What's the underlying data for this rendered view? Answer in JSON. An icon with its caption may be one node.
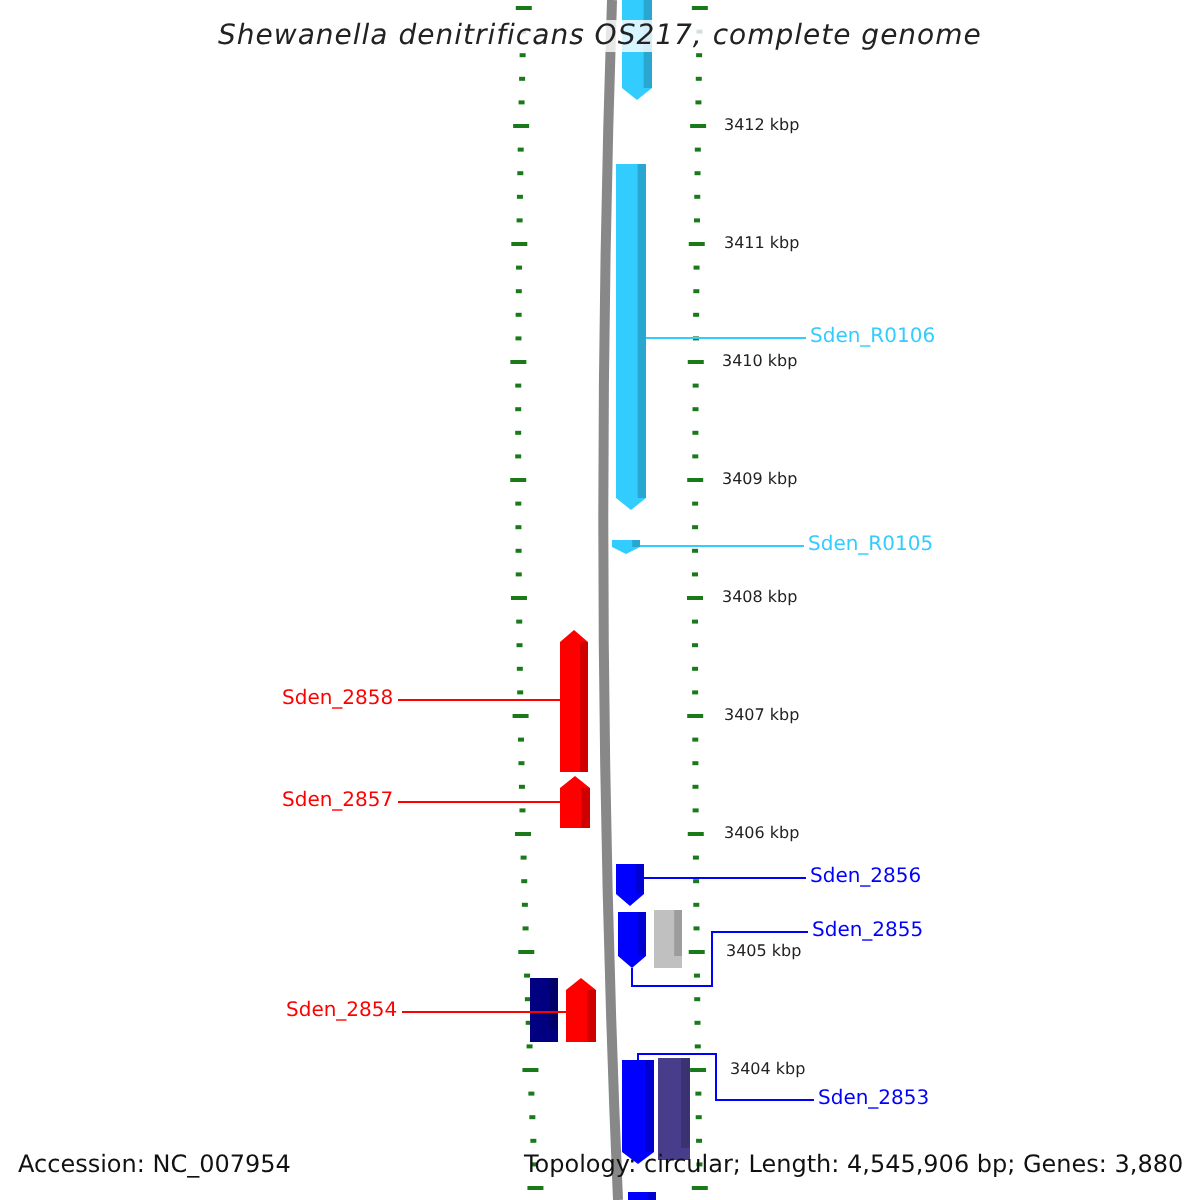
{
  "diagram": {
    "title": "Shewanella denitrificans OS217, complete genome",
    "nodes": [
      {
        "text": [
          "Sden_R0106"
        ]
      },
      {
        "text": [
          "Sden_R0105"
        ]
      },
      {
        "text": [
          "Sden_2858"
        ]
      },
      {
        "text": [
          "Sden_2857"
        ]
      },
      {
        "text": [
          "Sden_2856"
        ]
      },
      {
        "text": [
          "Sden_2855"
        ]
      },
      {
        "text": [
          "Sden_2854"
        ]
      },
      {
        "text": [
          "Sden_2853"
        ]
      },
      {
        "text": [],
        "shape": "bar"
      },
      {
        "text": [],
        "shape": "bar"
      },
      {
        "text": [],
        "shape": "bar"
      },
      {
        "text": [],
        "shape": "bar"
      },
      {
        "text": [],
        "shape": "bar"
      },
      {
        "text": [],
        "shape": "bar"
      },
      {
        "text": [],
        "shape": "bar"
      },
      {
        "text": [],
        "shape": "bar"
      },
      {
        "text": [],
        "shape": "bar"
      },
      {
        "text": [],
        "shape": "bar"
      },
      {
        "text": [],
        "shape": "bar"
      },
      {
        "text": [],
        "shape": "bar"
      },
      {
        "text": [],
        "shape": "bar"
      }
    ],
    "edges": [
      {
        "from": 0,
        "to": 9,
        "arrow": "none",
        "color": "#33ccff"
      },
      {
        "from": 1,
        "to": 10,
        "arrow": "none",
        "color": "#33ccff"
      },
      {
        "from": 2,
        "to": 11,
        "arrow": "none",
        "color": "#ff0000"
      },
      {
        "from": 3,
        "to": 12,
        "arrow": "none",
        "color": "#ff0000"
      },
      {
        "from": 4,
        "to": 13,
        "arrow": "none",
        "color": "#0000ff"
      },
      {
        "from": 5,
        "to": 14,
        "arrow": "none",
        "color": "#0000ff"
      },
      {
        "from": 6,
        "to": 17,
        "arrow": "none",
        "color": "#ff0000"
      },
      {
        "from": 7,
        "to": 18,
        "arrow": "none",
        "color": "#0000ff"
      }
    ],
    "labels": [
      "3412 kbp",
      "3411 kbp",
      "3410 kbp",
      "3409 kbp",
      "3408 kbp",
      "3407 kbp",
      "3406 kbp",
      "3405 kbp",
      "3404 kbp",
      "Accession: NC_007954",
      "Topology: circular; Length: 4,545,906 bp; Genes: 3,880"
    ]
  }
}
